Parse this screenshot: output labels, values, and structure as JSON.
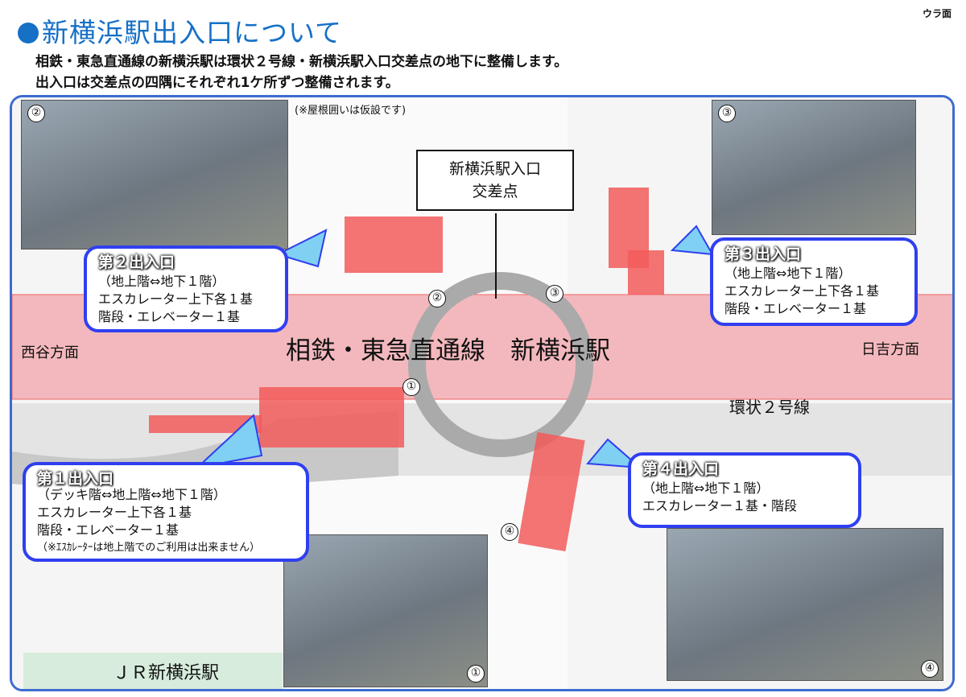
{
  "header": {
    "title": "新横浜駅出入口について",
    "side_label": "ウラ面",
    "lead": [
      "相鉄・東急直通線の新横浜駅は環状２号線・新横浜駅入口交差点の地下に整備します。",
      "出入口は交差点の四隅にそれぞれ1ケ所ずつ整備されます。"
    ]
  },
  "map": {
    "note": "(※屋根囲いは仮設です)",
    "crossing": [
      "新横浜駅入口",
      "交差点"
    ],
    "station": "相鉄・東急直通線　新横浜駅",
    "west": "西谷方面",
    "east": "日吉方面",
    "road": "環状２号線",
    "jr": "ＪＲ新横浜駅",
    "markers": [
      "①",
      "②",
      "③",
      "④"
    ]
  },
  "exits": [
    {
      "title": "第１出入口",
      "levels": "（デッキ階⇔地上階⇔地下１階）",
      "line1": "エスカレーター上下各１基",
      "line2": "階段・エレベーター１基",
      "note": "（※ｴｽｶﾚｰﾀｰは地上階でのご利用は出来ません）"
    },
    {
      "title": "第２出入口",
      "levels": "（地上階⇔地下１階）",
      "line1": "エスカレーター上下各１基",
      "line2": "階段・エレベーター１基"
    },
    {
      "title": "第３出入口",
      "levels": "（地上階⇔地下１階）",
      "line1": "エスカレーター上下各１基",
      "line2": "階段・エレベーター１基"
    },
    {
      "title": "第４出入口",
      "levels": "（地上階⇔地下１階）",
      "line1": "エスカレーター１基・階段"
    }
  ],
  "colors": {
    "accent": "#1670c6",
    "frame": "#3d6bd0",
    "callout_border": "#2f3ff0",
    "station": "#f3b8bd",
    "entrance": "#f25a5a",
    "arrow": "#7fd0f2"
  }
}
